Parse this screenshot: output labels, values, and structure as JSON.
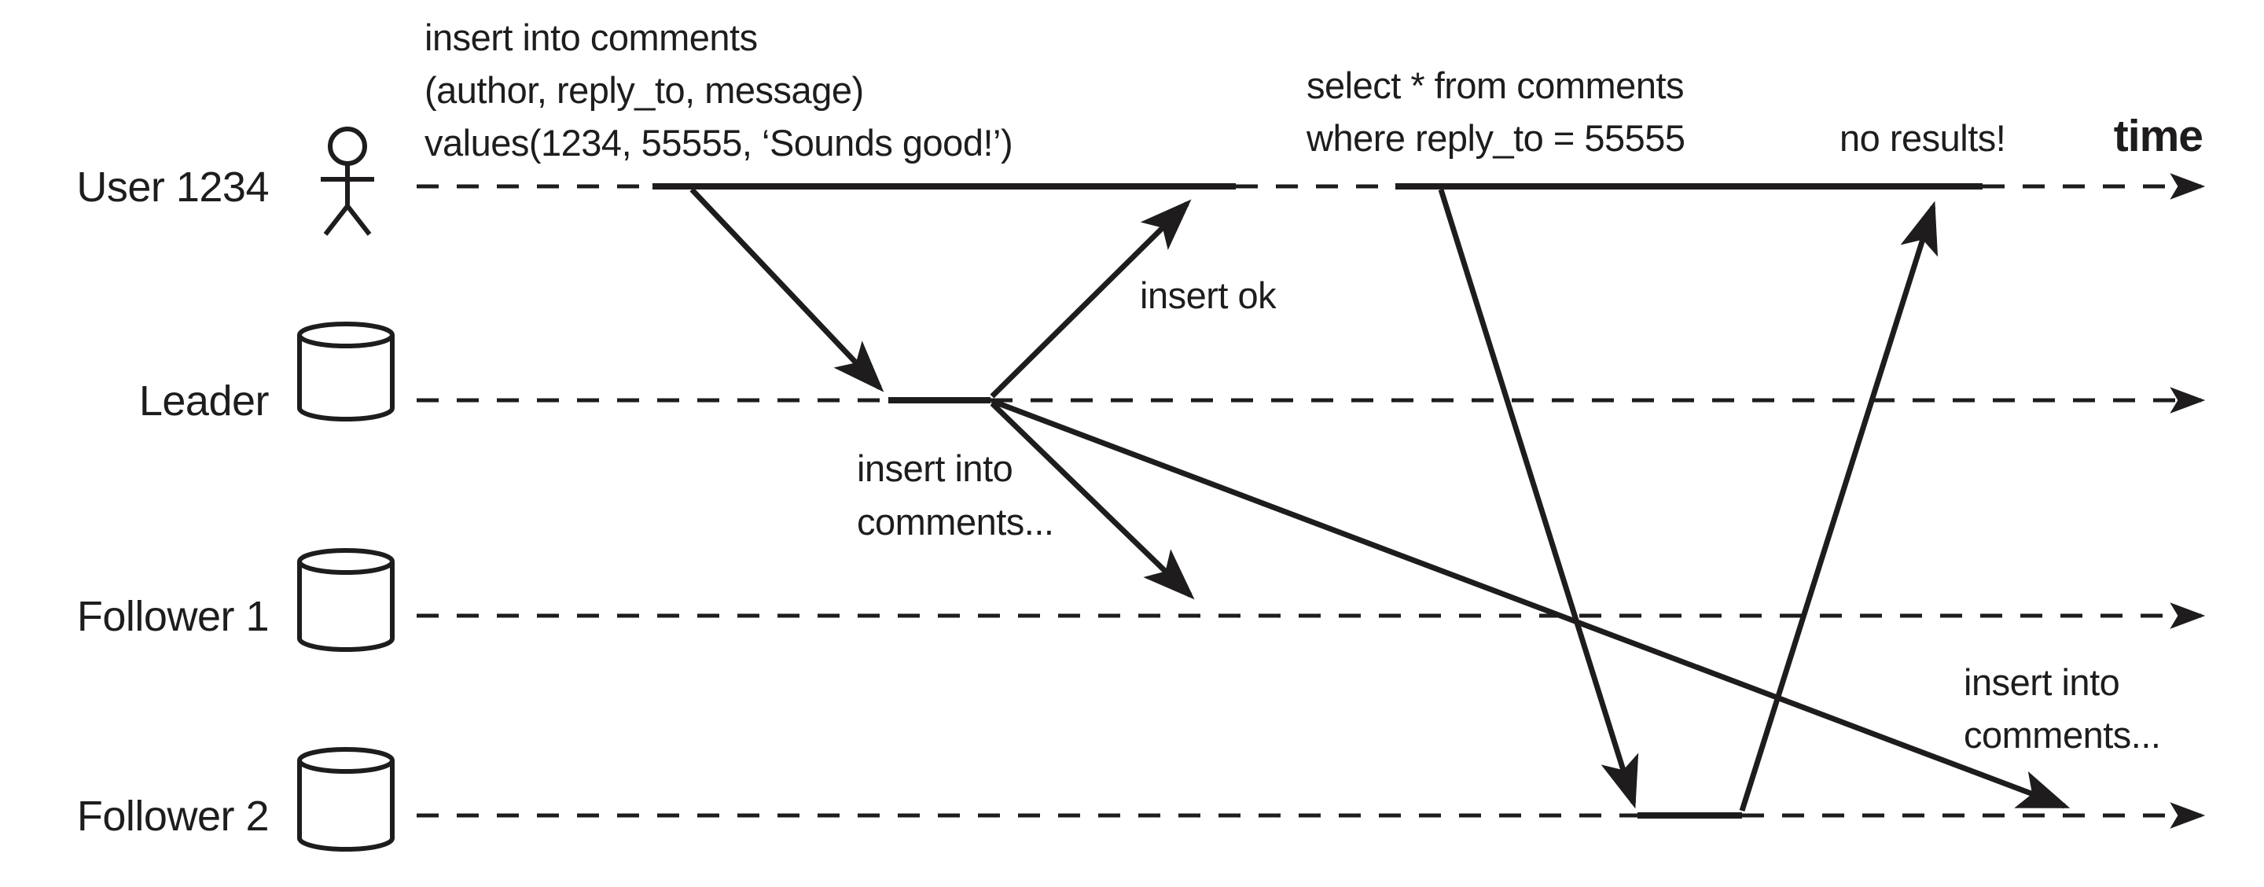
{
  "page": {
    "background": "#ffffff",
    "ink_color": "#1e1c1c",
    "kind": "sequence-diagram"
  },
  "lanes": [
    {
      "id": "user",
      "label": "User 1234",
      "icon": "person-icon"
    },
    {
      "id": "leader",
      "label": "Leader",
      "icon": "database-icon"
    },
    {
      "id": "follower1",
      "label": "Follower 1",
      "icon": "database-icon"
    },
    {
      "id": "follower2",
      "label": "Follower 2",
      "icon": "database-icon"
    }
  ],
  "queries": {
    "insert": [
      "insert into comments",
      "(author, reply_to, message)",
      "values(1234, 55555, ‘Sounds good!’)"
    ],
    "select": [
      "select * from comments",
      "where reply_to = 55555"
    ]
  },
  "messages": {
    "user_to_leader": {
      "from": "User 1234",
      "to": "Leader",
      "label": ""
    },
    "leader_to_user": {
      "from": "Leader",
      "to": "User 1234",
      "label": "insert ok"
    },
    "leader_to_follower1": {
      "from": "Leader",
      "to": "Follower 1",
      "label": [
        "insert into",
        "comments..."
      ]
    },
    "leader_to_follower2": {
      "from": "Leader",
      "to": "Follower 2",
      "label": [
        "insert into",
        "comments..."
      ]
    },
    "user_to_follower2": {
      "from": "User 1234",
      "to": "Follower 2",
      "label": ""
    },
    "follower2_to_user": {
      "from": "Follower 2",
      "to": "User 1234",
      "label": "no results!"
    }
  },
  "annotations": {
    "time_axis": "time"
  }
}
